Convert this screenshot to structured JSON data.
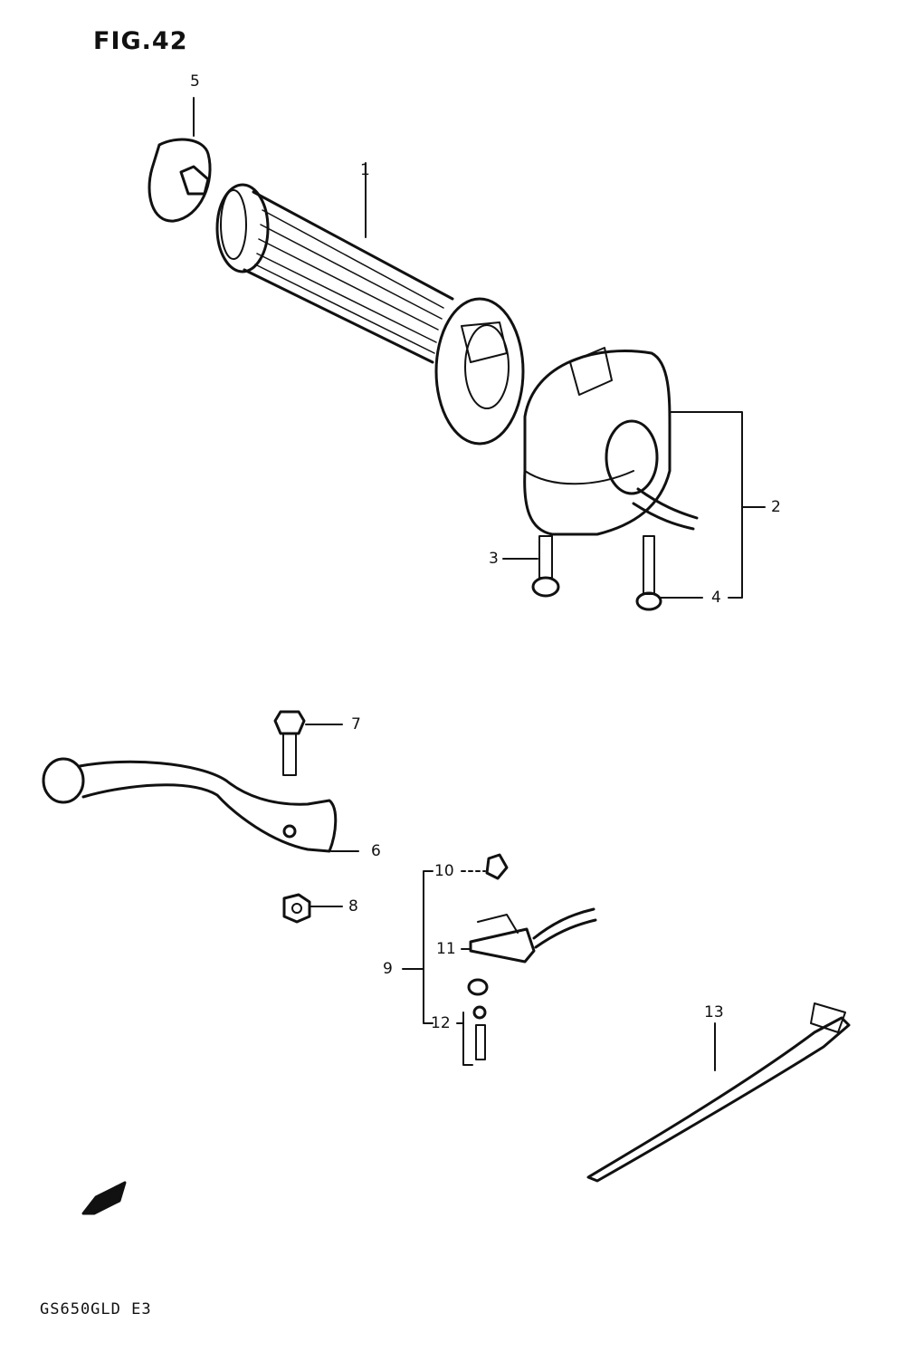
{
  "header": {
    "figure_label": "FIG.42"
  },
  "footer": {
    "model_code": "GS650GLD E3"
  },
  "fwd_arrow": {
    "label": "FWD"
  },
  "callouts": {
    "c1": "1",
    "c2": "2",
    "c3": "3",
    "c4": "4",
    "c5": "5",
    "c6": "6",
    "c7": "7",
    "c8": "8",
    "c9": "9",
    "c10": "10",
    "c11": "11",
    "c12": "12",
    "c13": "13"
  }
}
